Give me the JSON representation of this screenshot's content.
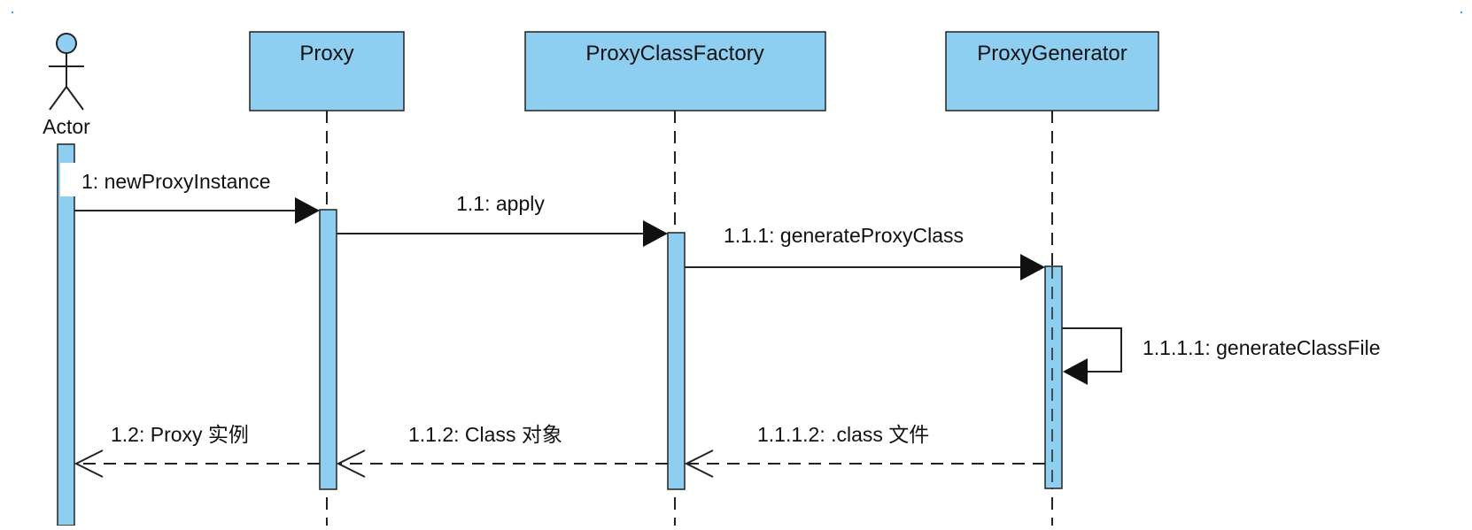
{
  "diagram": {
    "type": "sequence",
    "colors": {
      "box_fill": "#8ecff1",
      "stroke": "#222222",
      "text": "#111111",
      "background": "#ffffff"
    },
    "actor": {
      "label": "Actor",
      "icon": "stick-figure-icon"
    },
    "participants": [
      {
        "label": "Proxy"
      },
      {
        "label": "ProxyClassFactory"
      },
      {
        "label": "ProxyGenerator"
      }
    ],
    "messages": [
      {
        "label": "1: newProxyInstance",
        "from": "Actor",
        "to": "Proxy",
        "kind": "call"
      },
      {
        "label": "1.1: apply",
        "from": "Proxy",
        "to": "ProxyClassFactory",
        "kind": "call"
      },
      {
        "label": "1.1.1: generateProxyClass",
        "from": "ProxyClassFactory",
        "to": "ProxyGenerator",
        "kind": "call"
      },
      {
        "label": "1.1.1.1: generateClassFile",
        "from": "ProxyGenerator",
        "to": "ProxyGenerator",
        "kind": "self-call"
      },
      {
        "label": "1.1.1.2: .class 文件",
        "from": "ProxyGenerator",
        "to": "ProxyClassFactory",
        "kind": "return"
      },
      {
        "label": "1.1.2: Class 对象",
        "from": "ProxyClassFactory",
        "to": "Proxy",
        "kind": "return"
      },
      {
        "label": "1.2: Proxy 实例",
        "from": "Proxy",
        "to": "Actor",
        "kind": "return"
      }
    ]
  }
}
